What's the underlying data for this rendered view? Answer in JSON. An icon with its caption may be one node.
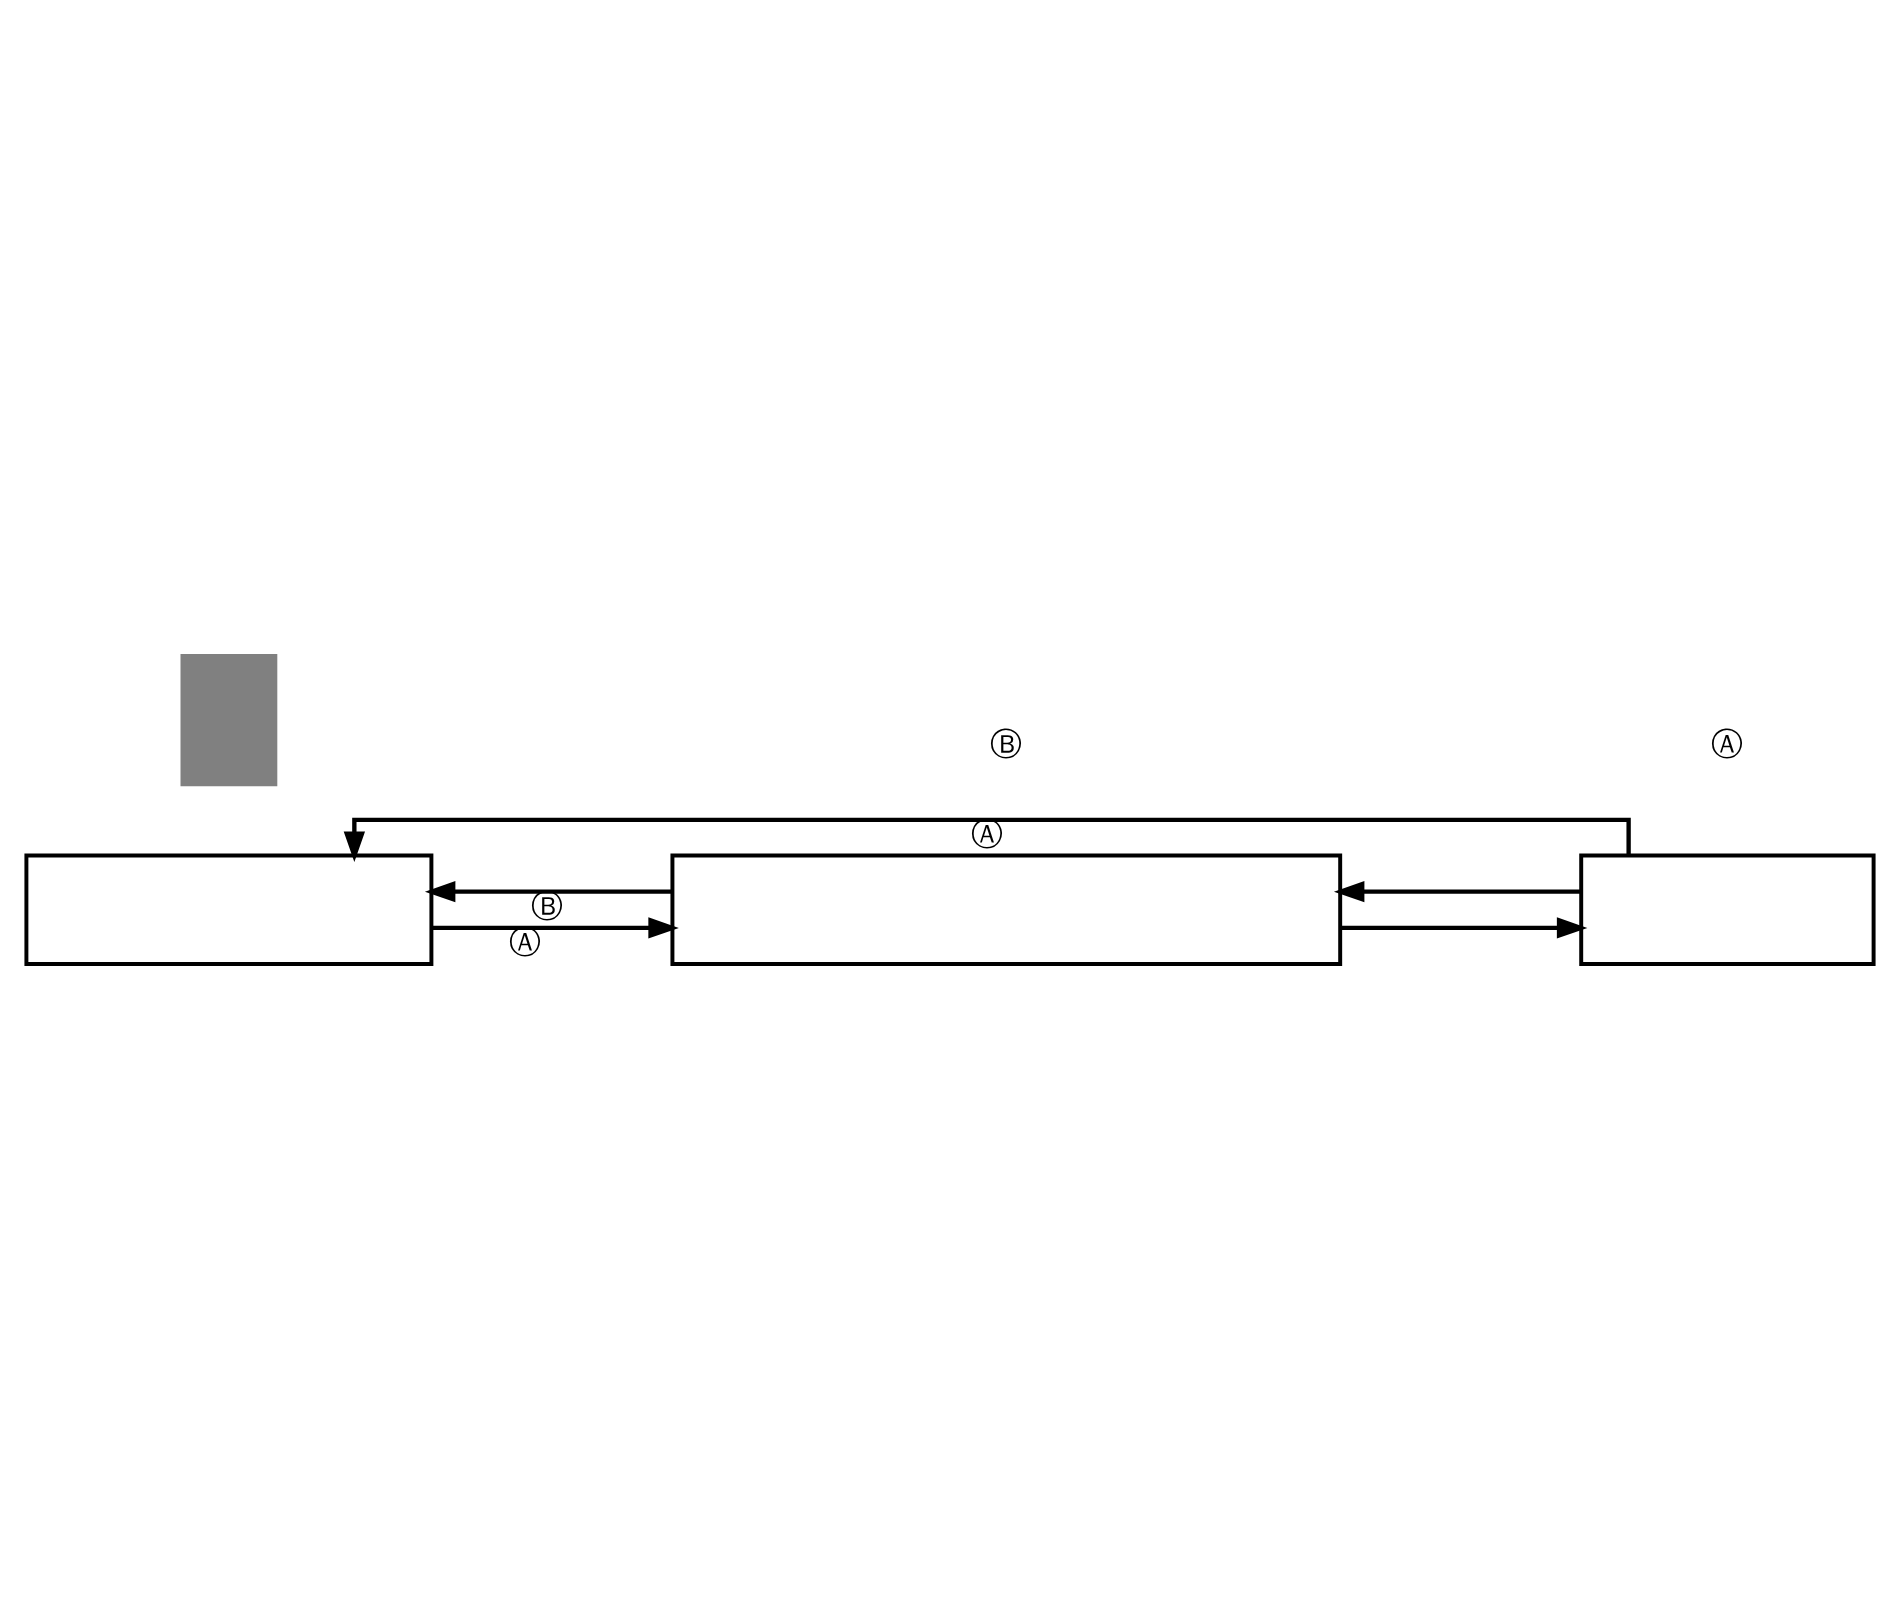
{
  "diagram": {
    "nodes": [
      {
        "text": [],
        "shape": "box"
      },
      {
        "text": [],
        "shape": "box"
      },
      {
        "text": [],
        "shape": "box"
      },
      {
        "text": [],
        "shape": "box"
      }
    ],
    "edges": [
      {
        "from": 1,
        "to": 2,
        "arrow": "to",
        "label": "Ⓐ"
      },
      {
        "from": 3,
        "to": 2,
        "arrow": "to"
      },
      {
        "from": 2,
        "to": 3,
        "arrow": "to"
      },
      {
        "from": 2,
        "to": 1,
        "arrow": "to",
        "label": "Ⓑ"
      },
      {
        "from": 3,
        "to": 1,
        "arrow": "to",
        "label": "Ⓐ"
      }
    ],
    "labels": [
      "Ⓐ",
      "Ⓑ"
    ]
  }
}
